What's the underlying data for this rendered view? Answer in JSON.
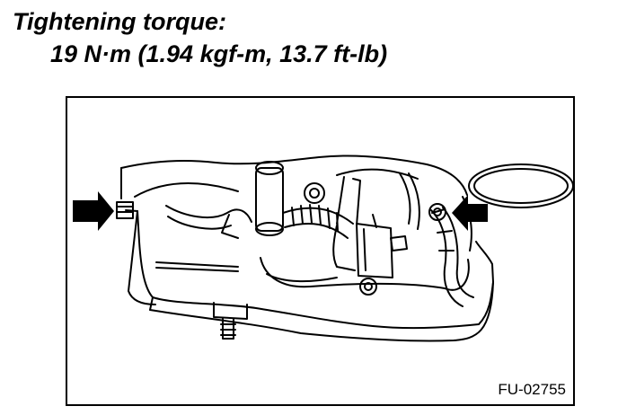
{
  "spec": {
    "title": "Tightening torque:",
    "value": "19 N·m (1.94 kgf-m, 13.7 ft-lb)"
  },
  "figure": {
    "code": "FU-02755",
    "line_color": "#000000",
    "fill_color": "#ffffff"
  }
}
